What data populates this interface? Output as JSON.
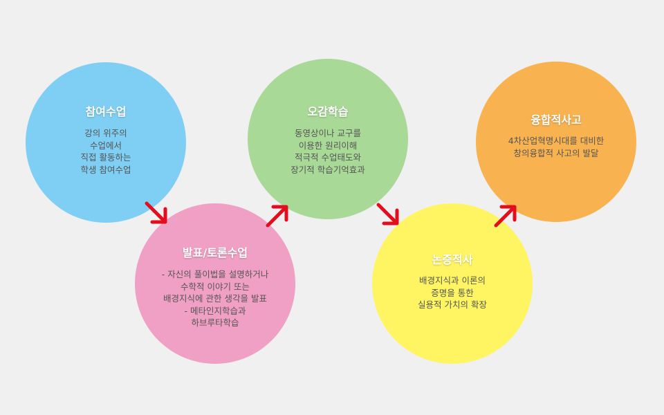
{
  "steps": [
    {
      "title": "참여수업",
      "lines": [
        "강의 위주의",
        "수업에서",
        "직접 활동하는",
        "학생 참여수업"
      ]
    },
    {
      "title": "발표/토론수업",
      "lines": [
        "- 자신의 풀이법을 설명하거나",
        "수학적 이야기 또는",
        "배경지식에 관한 생각을 발표",
        "- 메타인지학습과",
        "하브루타학습"
      ]
    },
    {
      "title": "오감학습",
      "lines": [
        "동영상이나 교구를",
        "이용한 원리이해",
        "적극적 수업태도와",
        "장기적 학습기억효과"
      ]
    },
    {
      "title": "논증적사",
      "lines": [
        "배경지식과 이론의",
        "증명을 통한",
        "실용적 가치의 확장"
      ]
    },
    {
      "title": "융합적사고",
      "lines": [
        "4차산업혁명시대를 대비한",
        "창의융합적 사고의 발달"
      ]
    }
  ],
  "colors": {
    "background": "#f0f0f0",
    "step1": "#7fcff4",
    "step2": "#f1a0c5",
    "step3": "#a9d996",
    "step4": "#fff563",
    "step5": "#f8b350",
    "arrow": "#e30d1d"
  },
  "arrows": [
    "arrow-down-right-icon",
    "arrow-up-right-icon",
    "arrow-down-right-icon",
    "arrow-up-right-icon"
  ]
}
